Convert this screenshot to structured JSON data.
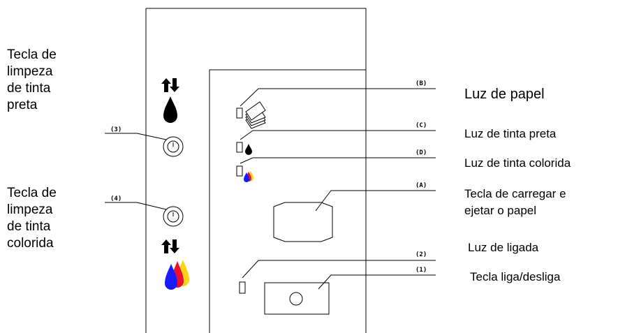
{
  "left_labels": {
    "black_clean_key": [
      "Tecla de",
      "limpeza",
      "de tinta",
      "preta"
    ],
    "color_clean_key": [
      "Tecla de",
      "limpeza",
      "de tinta",
      "colorida"
    ]
  },
  "right_labels": {
    "paper_light": "Luz de papel",
    "black_ink_light": "Luz de tinta preta",
    "color_ink_light": "Luz de tinta colorida",
    "load_eject_key": [
      "Tecla de carregar e",
      "ejetar o papel"
    ],
    "power_light": "Luz de ligada",
    "power_key": "Tecla liga/desliga"
  },
  "callout_tags": {
    "tag_3": "(3)",
    "tag_4": "(4)",
    "tag_b": "(B)",
    "tag_c": "(C)",
    "tag_d": "(D)",
    "tag_a": "(A)",
    "tag_2": "(2)",
    "tag_1": "(1)"
  },
  "colors": {
    "ink_cyan_blue": "#1a1aff",
    "ink_magenta_red": "#e8102a",
    "ink_yellow": "#ffd21a"
  }
}
